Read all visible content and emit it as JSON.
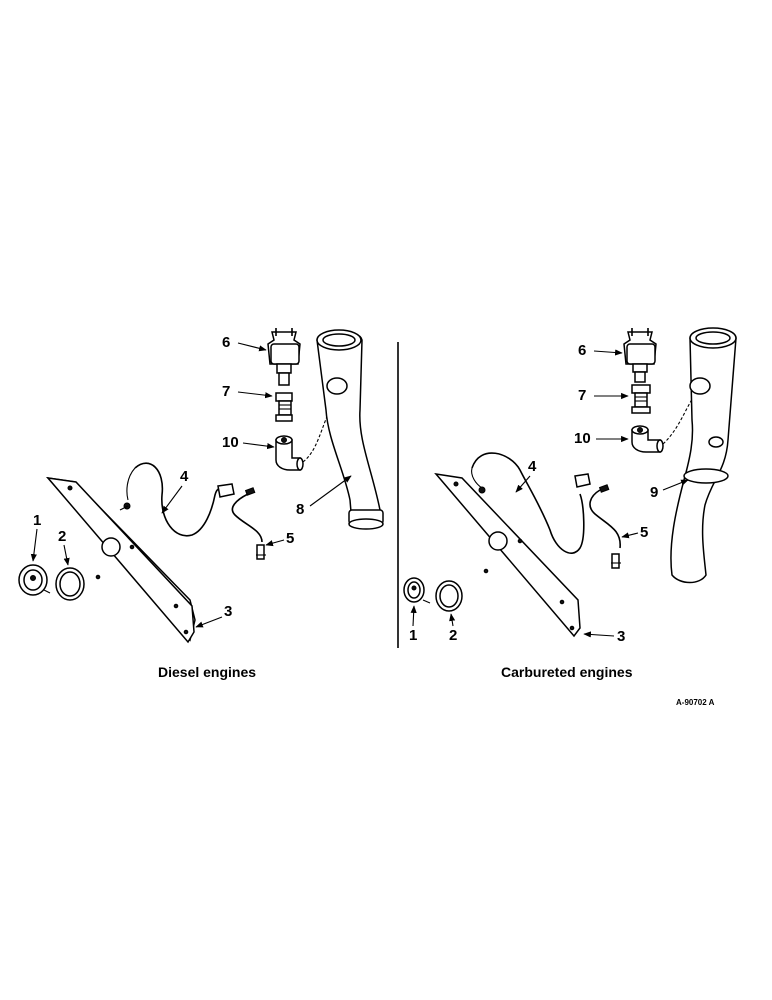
{
  "diagram": {
    "left_caption": "Diesel engines",
    "right_caption": "Carbureted engines",
    "reference_code": "A-90702 A",
    "left_callouts": {
      "c1": "1",
      "c2": "2",
      "c3": "3",
      "c4": "4",
      "c5": "5",
      "c6": "6",
      "c7": "7",
      "c8": "8",
      "c10": "10"
    },
    "right_callouts": {
      "c1": "1",
      "c2": "2",
      "c3": "3",
      "c4": "4",
      "c5": "5",
      "c6": "6",
      "c7": "7",
      "c9": "9",
      "c10": "10"
    }
  }
}
